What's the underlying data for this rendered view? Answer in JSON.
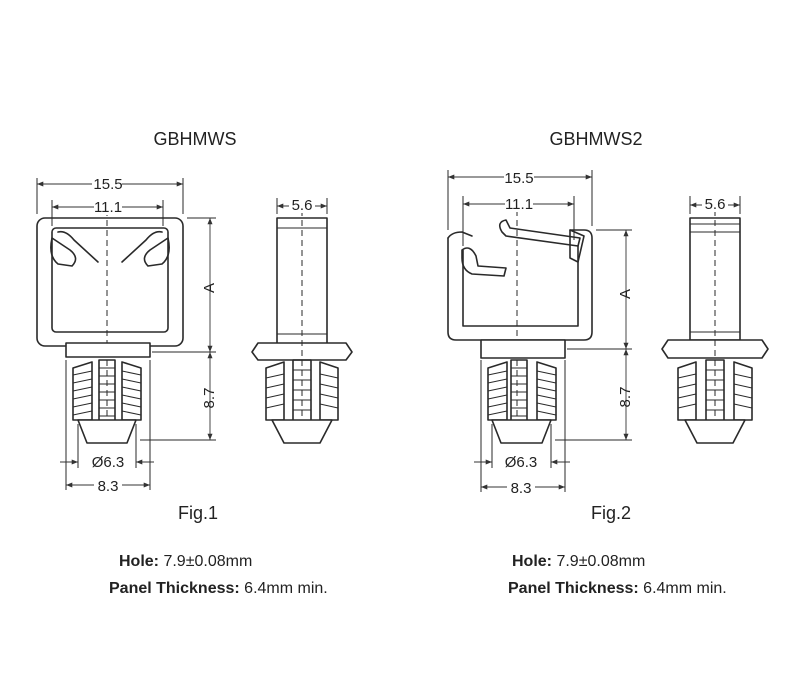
{
  "fig1": {
    "title": "GBHMWS",
    "caption": "Fig.1",
    "dims": {
      "width_outer": "15.5",
      "width_inner": "11.1",
      "depth": "5.6",
      "height_label": "A",
      "stem": "8.7",
      "dia": "Ø6.3",
      "flange": "8.3"
    }
  },
  "fig2": {
    "title": "GBHMWS2",
    "caption": "Fig.2",
    "dims": {
      "width_outer": "15.5",
      "width_inner": "11.1",
      "depth": "5.6",
      "height_label": "A",
      "stem": "8.7",
      "dia": "Ø6.3",
      "flange": "8.3"
    }
  },
  "specs": {
    "left": {
      "hole_label": "Hole:",
      "hole_value": " 7.9±0.08mm",
      "panel_label": "Panel Thickness:",
      "panel_value": " 6.4mm min."
    },
    "right": {
      "hole_label": "Hole:",
      "hole_value": " 7.9±0.08mm",
      "panel_label": "Panel Thickness:",
      "panel_value": " 6.4mm min."
    }
  }
}
